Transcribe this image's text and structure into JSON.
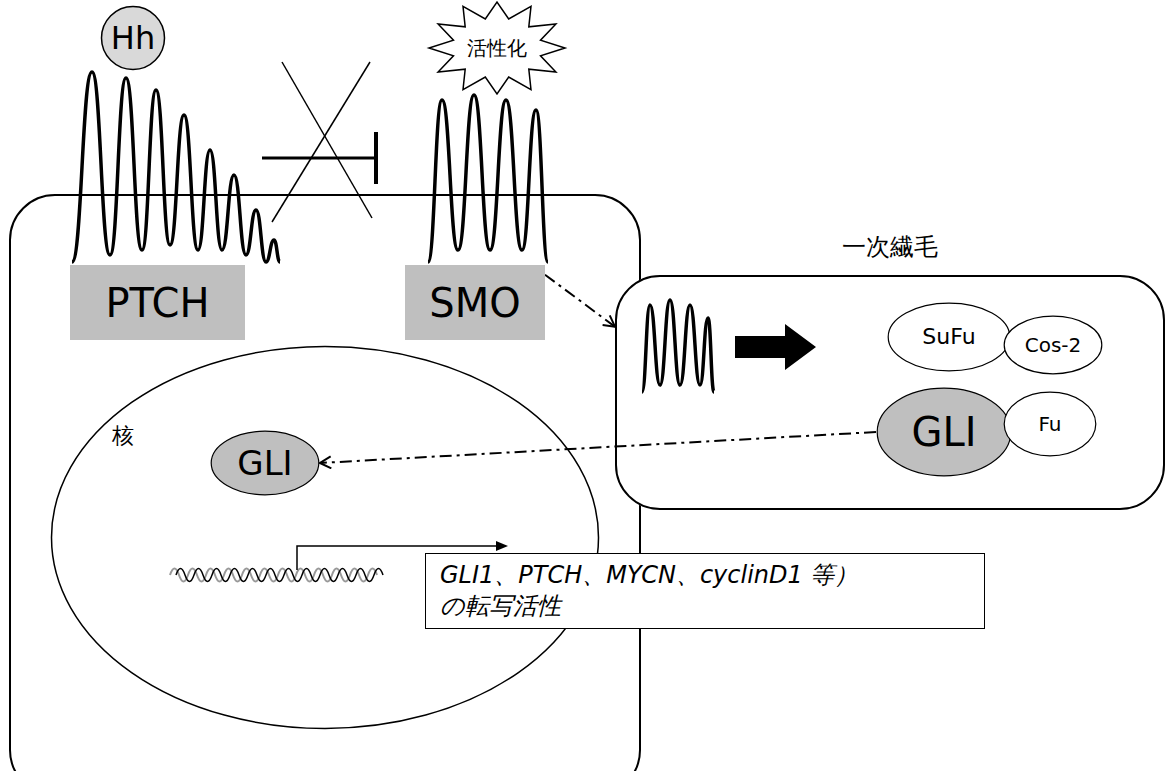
{
  "diagram": {
    "nodes": [
      {
        "text": [
          "Hh"
        ]
      },
      {
        "text": [
          "活性化"
        ]
      },
      {
        "text": [
          "PTCH"
        ]
      },
      {
        "text": [
          "SMO"
        ]
      },
      {
        "text": [
          "一次繊毛"
        ]
      },
      {
        "text": [
          "SuFu"
        ],
        "in": 4
      },
      {
        "text": [
          "Cos-2"
        ],
        "in": 4
      },
      {
        "text": [
          "GLI"
        ],
        "in": 4
      },
      {
        "text": [
          "Fu"
        ],
        "in": 4
      },
      {
        "text": [
          "核"
        ]
      },
      {
        "text": [
          "GLI"
        ],
        "in": 9
      },
      {
        "text": [
          "GLI1、PTCH、MYCN、cyclinD1 等） の転写活性"
        ]
      }
    ],
    "edges": [
      {
        "from": 3,
        "to": 4,
        "arrow": "to"
      },
      {
        "from": 7,
        "to": 10,
        "arrow": "to"
      }
    ]
  }
}
